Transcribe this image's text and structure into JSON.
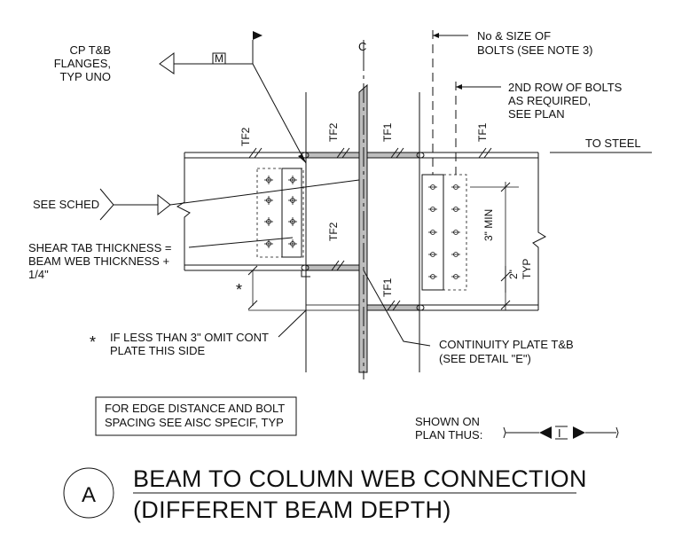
{
  "notes": {
    "cp_flanges": [
      "CP T&B",
      "FLANGES,",
      "TYP UNO"
    ],
    "weld_symbol": "M",
    "centerline": "C",
    "bolts": [
      "No & SIZE OF",
      "BOLTS (SEE NOTE 3)"
    ],
    "second_row": [
      "2ND ROW OF BOLTS",
      "AS REQUIRED,",
      "SEE PLAN"
    ],
    "to_steel": "TO STEEL",
    "see_sched": "SEE SCHED",
    "shear_tab": [
      "SHEAR TAB THICKNESS =",
      "BEAM WEB THICKNESS +",
      "1/4\""
    ],
    "omit_star": "*",
    "omit_plate": [
      "IF LESS THAN 3\" OMIT CONT",
      "PLATE THIS SIDE"
    ],
    "continuity": [
      "CONTINUITY PLATE T&B",
      "(SEE DETAIL \"E\")"
    ],
    "three_min": "3\" MIN",
    "two_typ": [
      "2\"",
      "TYP"
    ],
    "edge_box": [
      "FOR EDGE DISTANCE AND BOLT",
      "SPACING SEE AISC SPECIF, TYP"
    ],
    "shown_on": [
      "SHOWN ON",
      "PLAN THUS:"
    ],
    "plan_symbol": "I"
  },
  "weld_tags": {
    "tf2_left": "TF2",
    "tf2_mid": "TF2",
    "tf1_top": "TF1",
    "tf1_right": "TF1",
    "tf2_lower": "TF2",
    "tf1_lower": "TF1"
  },
  "title": {
    "detail_letter": "A",
    "line1": "BEAM TO COLUMN WEB CONNECTION",
    "line2": "(DIFFERENT BEAM DEPTH)"
  }
}
